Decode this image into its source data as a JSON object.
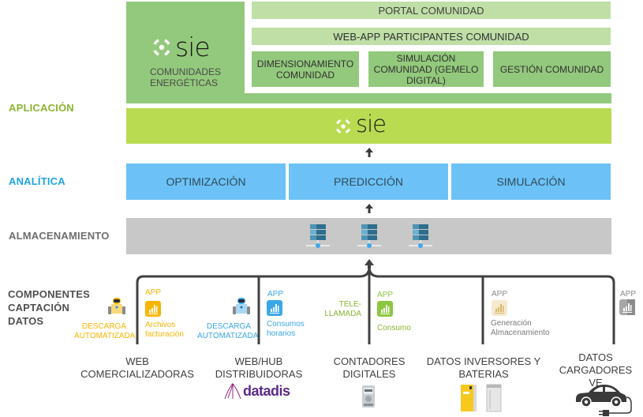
{
  "layers": {
    "aplicacion": "APLICACIÓN",
    "analitica": "ANALÍTICA",
    "almacenamiento": "Almacenamiento",
    "componentes": [
      "COMPONENTES",
      "CAPTACIÓN",
      "DATOS"
    ]
  },
  "application": {
    "brand": "sie",
    "brand_subtitle": [
      "COMUNIDADES",
      "ENERGÉTICAS"
    ],
    "portal": "PORTAL COMUNIDAD",
    "webapp": "WEB-APP PARTICIPANTES COMUNIDAD",
    "modules": [
      [
        "DIMENSIONAMIENTO",
        "COMUNIDAD"
      ],
      [
        "SIMULACIÓN",
        "COMUNIDAD (GEMELO",
        "DIGITAL)"
      ],
      [
        "GESTIÓN COMUNIDAD"
      ]
    ],
    "platform_brand": "sie"
  },
  "analytics": [
    "OPTIMIZACIÓN",
    "PREDICCIÓN",
    "SIMULACIÓN"
  ],
  "storage": {
    "servers": [
      "server-icon",
      "server-icon",
      "server-icon"
    ]
  },
  "capture": {
    "descarga1": [
      "DESCARGA",
      "AUTOMATIZADA"
    ],
    "app1": {
      "tag": "APP",
      "text": [
        "Archivos",
        "facturación"
      ]
    },
    "descarga2": [
      "DESCARGA",
      "AUTOMATIZADA"
    ],
    "app2": {
      "tag": "APP",
      "text": [
        "Consumos",
        "horarios"
      ]
    },
    "telellamada": [
      "TELE-",
      "LLAMADA"
    ],
    "app3": {
      "tag": "APP",
      "text": [
        "Consumo"
      ]
    },
    "app4": {
      "tag": "APP",
      "text": [
        "Generación",
        "Almacenamiento"
      ]
    },
    "app5": {
      "tag": "APP"
    }
  },
  "sources": [
    [
      "WEB",
      "COMERCIALIZADORAS"
    ],
    [
      "WEB/HUB",
      "DISTRIBUIDORAS"
    ],
    [
      "CONTADORES",
      "DIGITALES"
    ],
    [
      "DATOS INVERSORES Y",
      "BATERIAS"
    ],
    [
      "DATOS",
      "CARGADORES VE"
    ]
  ],
  "datadis_logo": "datadis",
  "colors": {
    "app_green": "#93c97c",
    "app_light": "#bfdfa6",
    "platform_green": "#b9db52",
    "analytics_blue": "#6cc2f7",
    "storage_gray": "#c8c8c8",
    "label_green": "#8ab531",
    "label_blue": "#1ea4e9",
    "orange": "#f7b500",
    "blue": "#3ba8e6",
    "lime": "#8cc63f",
    "beige": "#d9c48a",
    "gray": "#9a9a9a"
  }
}
